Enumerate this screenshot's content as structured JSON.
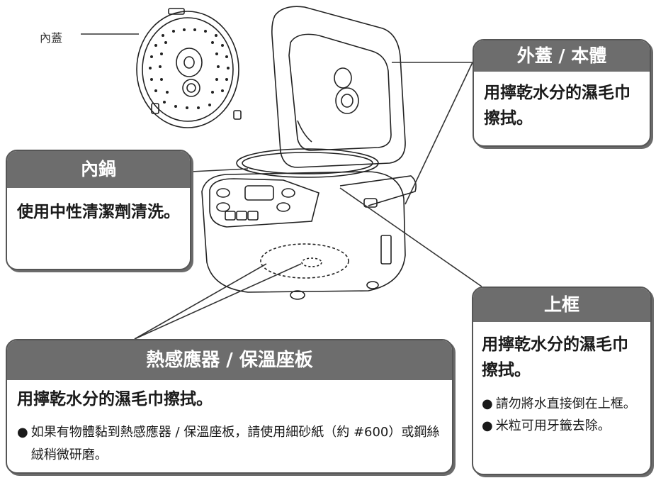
{
  "labels": {
    "inner_lid": "內蓋"
  },
  "outer": {
    "title": "外蓋 / 本體",
    "text": "用擰乾水分的濕毛巾擦拭。"
  },
  "pot": {
    "title": "內鍋",
    "text": "使用中性清潔劑清洗。"
  },
  "frame": {
    "title": "上框",
    "text": "用擰乾水分的濕毛巾擦拭。",
    "notes": [
      "請勿將水直接倒在上框。",
      "米粒可用牙籤去除。"
    ]
  },
  "sensor": {
    "title": "熱感應器 / 保溫座板",
    "text": "用擰乾水分的濕毛巾擦拭。",
    "notes": [
      "如果有物體黏到熱感應器 / 保溫座板，請使用細砂紙（約 #600）或鋼絲絨稍微研磨。"
    ]
  },
  "bullet_glyph": "●",
  "colors": {
    "header_bg": "#6d6d6d",
    "border": "#555555"
  }
}
